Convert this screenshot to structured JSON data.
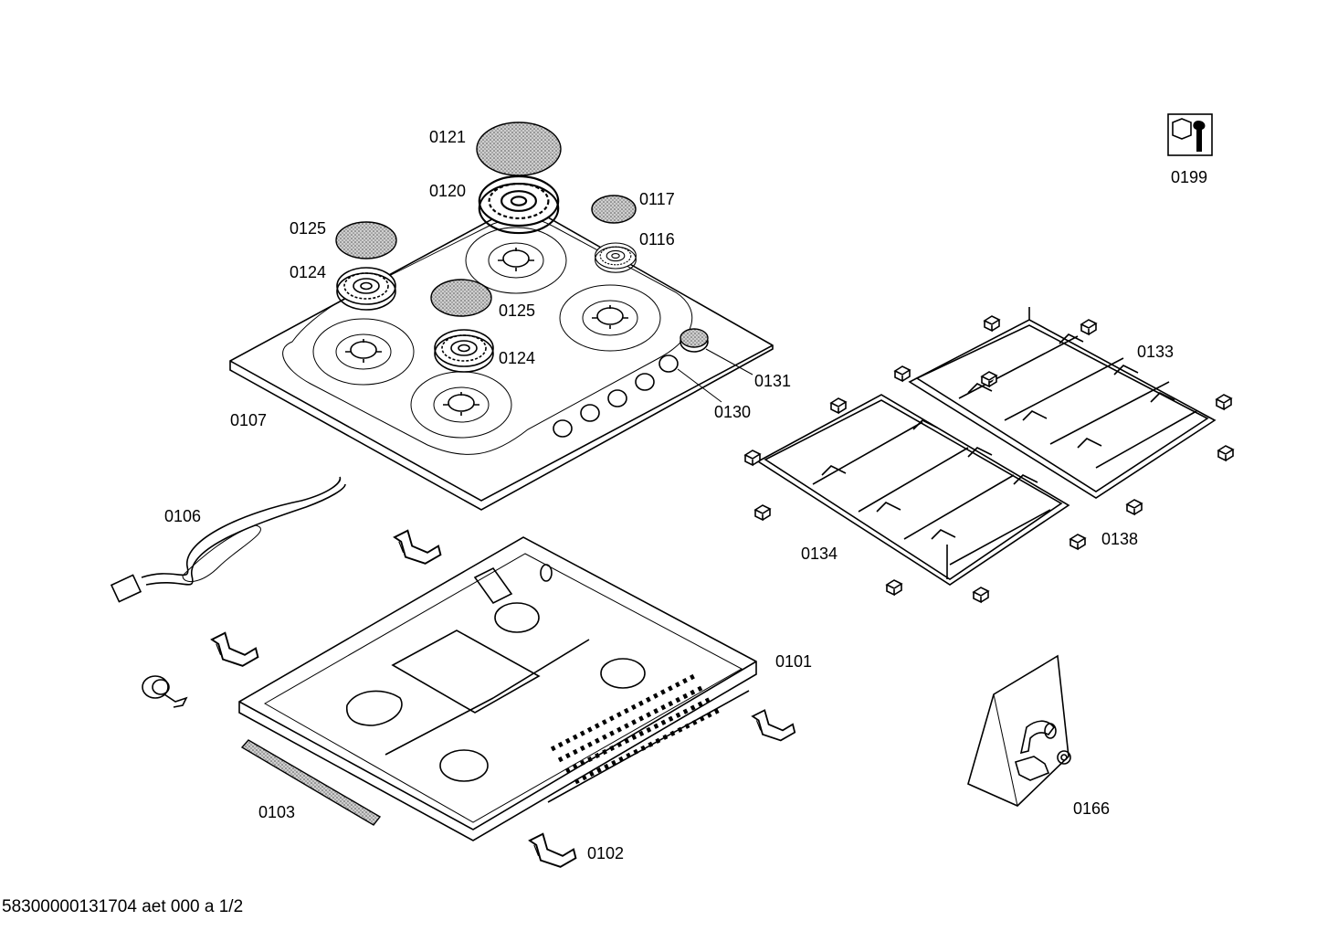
{
  "labels": {
    "p0121": "0121",
    "p0120": "0120",
    "p0117": "0117",
    "p0116": "0116",
    "p0125a": "0125",
    "p0124a": "0124",
    "p0125b": "0125",
    "p0124b": "0124",
    "p0131": "0131",
    "p0130": "0130",
    "p0107": "0107",
    "p0133": "0133",
    "p0134": "0134",
    "p0138": "0138",
    "p0199": "0199",
    "p0106": "0106",
    "p0101": "0101",
    "p0103": "0103",
    "p0102": "0102",
    "p0166": "0166"
  },
  "footer": "58300000131704 aet 000 a 1/2"
}
